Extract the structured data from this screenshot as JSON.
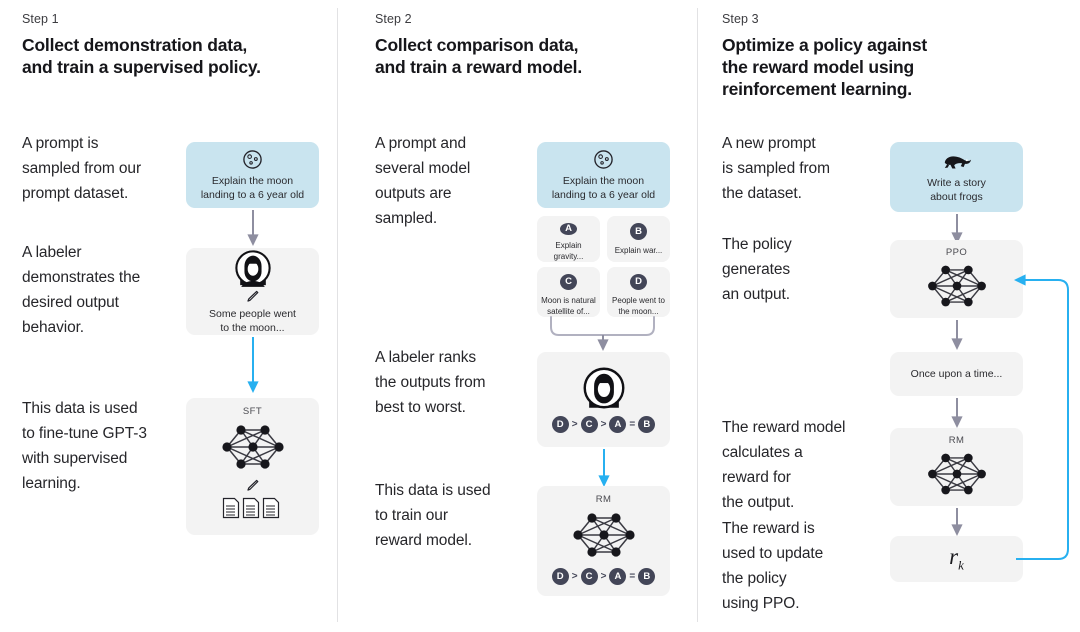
{
  "diagram": {
    "title": "RLHF three-step training diagram",
    "colors": {
      "prompt_box": "#c9e4ef",
      "model_box": "#f3f3f3",
      "arrow_grey": "#8e8ea0",
      "arrow_blue": "#27b0f0",
      "badge": "#434658",
      "divider": "#e2e2e4",
      "text": "#26262a"
    }
  },
  "columns": [
    {
      "step_label": "Step 1",
      "title": "Collect demonstration data,\nand train a supervised policy.",
      "paragraphs": [
        "A prompt is\nsampled from our\nprompt dataset.",
        "A labeler\ndemonstrates the\ndesired output\nbehavior.",
        "This data is used\nto fine-tune GPT-3\nwith supervised\nlearning."
      ],
      "nodes": {
        "prompt": {
          "icon": "moon-icon",
          "text": "Explain the moon\nlanding to a 6 year old"
        },
        "labeler": {
          "icon": "labeler-person-icon",
          "pencil": "pencil-icon",
          "text": "Some people went\nto the moon..."
        },
        "sft": {
          "caption": "SFT",
          "icon": "neural-network-icon",
          "pencil": "pencil-icon",
          "docs": "documents-icon"
        }
      }
    },
    {
      "step_label": "Step 2",
      "title": "Collect comparison data,\nand train a reward model.",
      "paragraphs": [
        "A prompt and\nseveral model\noutputs are\nsampled.",
        "A labeler ranks\nthe outputs from\nbest to worst.",
        "This data is used\nto train our\nreward model."
      ],
      "nodes": {
        "prompt": {
          "icon": "moon-icon",
          "text": "Explain the moon\nlanding to a 6 year old"
        },
        "options": [
          {
            "badge": "A",
            "text": "Explain gravity..."
          },
          {
            "badge": "B",
            "text": "Explain war..."
          },
          {
            "badge": "C",
            "text": "Moon is natural\nsatellite of..."
          },
          {
            "badge": "D",
            "text": "People went to\nthe moon..."
          }
        ],
        "labeler_rank": {
          "icon": "labeler-person-icon",
          "ranking": [
            "D",
            ">",
            "C",
            ">",
            "A",
            "=",
            "B"
          ]
        },
        "rm": {
          "caption": "RM",
          "icon": "neural-network-icon",
          "ranking": [
            "D",
            ">",
            "C",
            ">",
            "A",
            "=",
            "B"
          ]
        }
      }
    },
    {
      "step_label": "Step 3",
      "title": "Optimize a policy against\nthe reward model using\nreinforcement learning.",
      "paragraphs": [
        "A new prompt\nis sampled from\nthe dataset.",
        "The policy\ngenerates\nan output.",
        "The reward model\ncalculates a\nreward for\nthe output.",
        "The reward is\nused to update\nthe policy\nusing PPO."
      ],
      "nodes": {
        "prompt": {
          "icon": "frog-icon",
          "text": "Write a story\nabout frogs"
        },
        "ppo": {
          "caption": "PPO",
          "icon": "neural-network-icon"
        },
        "output": {
          "text": "Once upon a time..."
        },
        "rm": {
          "caption": "RM",
          "icon": "neural-network-icon"
        },
        "reward": {
          "symbol": "r",
          "subscript": "k"
        }
      }
    }
  ]
}
